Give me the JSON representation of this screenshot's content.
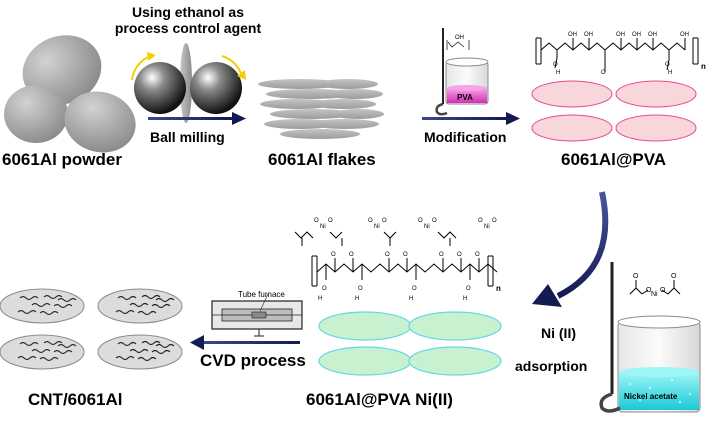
{
  "labels": {
    "powder": "6061Al powder",
    "flakes": "6061Al flakes",
    "al_pva": "6061Al@PVA",
    "al_pva_ni": "6061Al@PVA Ni(II)",
    "cnt": "CNT/6061Al",
    "ball_milling": "Ball milling",
    "modification": "Modification",
    "cvd_process": "CVD process",
    "ni_ii": "Ni (II)",
    "adsorption": "adsorption",
    "ethanol_line1": "Using ethanol as",
    "ethanol_line2": "process control agent",
    "pva": "PVA",
    "tube_furnace": "Tube furnace",
    "nickel_acetate": "Nickel acetate",
    "polymer_n": "n"
  },
  "colors": {
    "powder_grey": "#9a9a9a",
    "pink_flake": "#f7d6dc",
    "green_flake": "#c8f2cf",
    "cyan_outline": "#63d6e8",
    "pva_magenta": "#e64bc8",
    "nickel_cyan": "#3ee0e8",
    "arrow_navy": "#1f2a6e"
  }
}
